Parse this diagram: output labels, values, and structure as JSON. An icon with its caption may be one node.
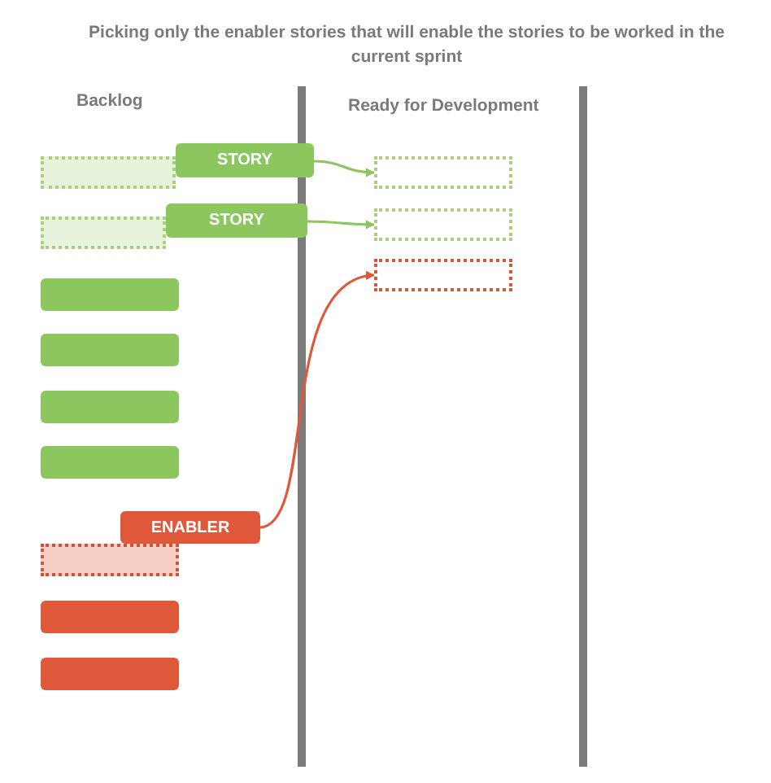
{
  "diagram": {
    "title": "Picking only the enabler stories that will enable the stories to be worked in the current sprint",
    "nodes": [
      {
        "text": [],
        "shape": "box"
      },
      {
        "text": [
          "STORY"
        ]
      },
      {
        "text": [],
        "shape": "box"
      },
      {
        "text": [],
        "shape": "box"
      },
      {
        "text": [
          "STORY"
        ]
      },
      {
        "text": [],
        "shape": "box"
      },
      {
        "text": [],
        "shape": "box"
      },
      {
        "text": [],
        "shape": "box"
      },
      {
        "text": [],
        "shape": "box"
      },
      {
        "text": [],
        "shape": "box"
      },
      {
        "text": [],
        "shape": "box"
      },
      {
        "text": [],
        "shape": "box"
      },
      {
        "text": [
          "ENABLER"
        ]
      },
      {
        "text": [],
        "shape": "box"
      },
      {
        "text": [],
        "shape": "box"
      }
    ],
    "edges": [
      {
        "from": 1,
        "to": 2,
        "arrow": "to"
      },
      {
        "from": 4,
        "to": 5,
        "arrow": "to"
      },
      {
        "from": 12,
        "to": 6,
        "arrow": "to",
        "color": "#e0583a"
      }
    ],
    "labels": [
      "Backlog",
      "Ready for Development"
    ]
  }
}
